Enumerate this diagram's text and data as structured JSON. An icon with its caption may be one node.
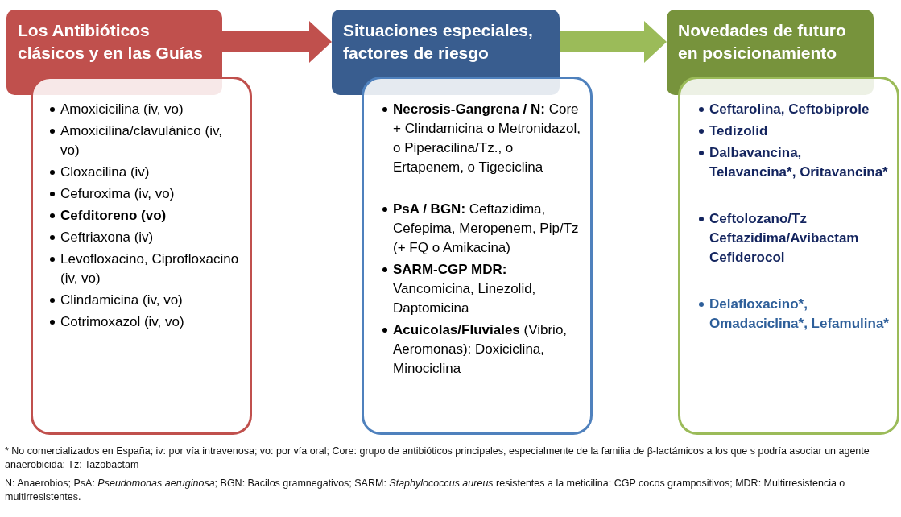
{
  "diagram": {
    "nodes": [
      {
        "text": [
          "Los Antibióticos clásicos y en las Guías"
        ]
      },
      {
        "text": [
          "Amoxicicilina (iv, vo)",
          "Amoxicilina/clavulánico (iv, vo)",
          "Cloxacilina (iv)",
          "Cefuroxima (iv, vo)",
          "**Cefditoreno (vo)**",
          "Ceftriaxona (iv)",
          "Levofloxacino, Ciprofloxacino (iv, vo)",
          "Clindamicina (iv, vo)",
          "Cotrimoxazol (iv, vo)"
        ]
      },
      {
        "text": [
          "Situaciones especiales, factores de riesgo"
        ]
      },
      {
        "text": [
          "**Necrosis-Gangrena / N:** Core + Clindamicina o Metronidazol, o Piperacilina/Tz., o Ertapenem, o Tigeciclina",
          "**PsA / BGN:** Ceftazidima, Cefepima, Meropenem, Pip/Tz (+ FQ o Amikacina)",
          "**SARM-CGP MDR:** Vancomicina, Linezolid, Daptomicina",
          "**Acuícolas/Fluviales** (Vibrio, Aeromonas): Doxiciclina, Minociclina"
        ]
      },
      {
        "text": [
          "Novedades de futuro en posicionamiento"
        ]
      },
      {
        "text": [
          "Ceftarolina, Ceftobiprole",
          "Tedizolid",
          "Dalbavancina, Telavancina*, Oritavancina*",
          "Ceftolozano/Tz Ceftazidima/Avibactam Cefiderocol",
          "Delafloxacino*, Omadaciclina*, Lefamulina*"
        ]
      }
    ],
    "edges": [
      {
        "from": 0,
        "to": 2,
        "arrow": "to",
        "color": "#c0504d"
      },
      {
        "from": 2,
        "to": 4,
        "arrow": "to",
        "color": "#9bbb59"
      }
    ],
    "labels": [
      "* No comercializados en España; iv: por vía intravenosa; vo: por vía oral; Core: grupo de antibióticos principales, especialmente de la familia de β-lactámicos a los que s podría asociar un agente anaerobicida; Tz: Tazobactam",
      "N: Anaerobios; PsA: *Pseudomonas aeruginosa*; BGN: Bacilos gramnegativos; SARM: *Staphylococcus aureus* resistentes a la meticilina; CGP cocos grampositivos; MDR: Multirresistencia o multirresistentes."
    ]
  }
}
